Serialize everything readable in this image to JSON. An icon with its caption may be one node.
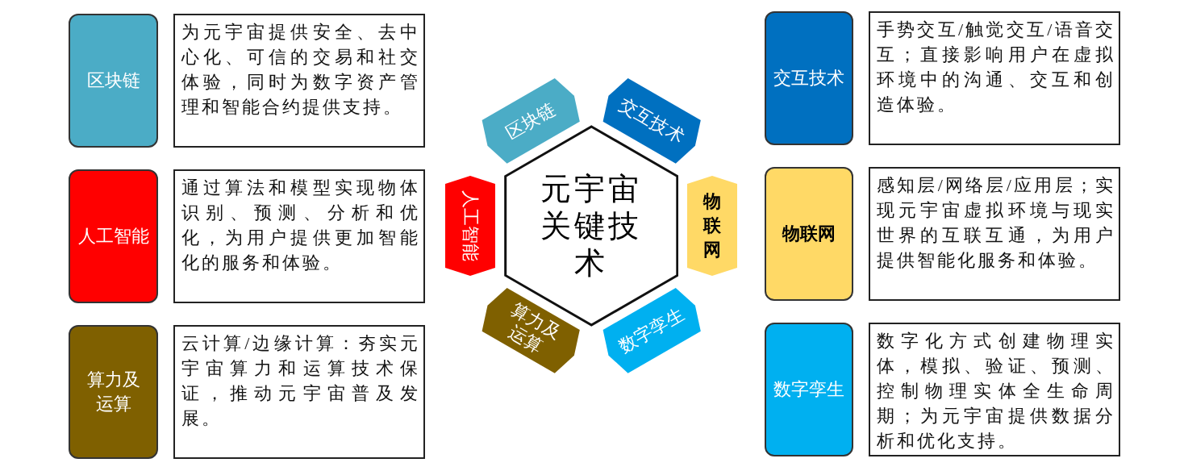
{
  "diagram": {
    "nodes": [
      {
        "text": [
          "区块链"
        ]
      },
      {
        "text": [
          "为元宇宙提供安全、去中心化、可信的交易和社交体验，同时为数字资产管理和智能合约提供支持。"
        ]
      },
      {
        "text": [
          "人工智能"
        ]
      },
      {
        "text": [
          "通过算法和模型实现物体识别、预测、分析和优化，为用户提供更加智能化的服务和体验。"
        ]
      },
      {
        "text": [
          "算力及运算"
        ]
      },
      {
        "text": [
          "云计算/边缘计算：夯实元宇宙算力和运算技术保证，推动元宇宙普及发展。"
        ]
      },
      {
        "text": [
          "元宇宙关键技术"
        ]
      },
      {
        "text": [
          "区块链"
        ]
      },
      {
        "text": [
          "交互技术"
        ]
      },
      {
        "text": [
          "人工智能"
        ]
      },
      {
        "text": [
          "物联网"
        ]
      },
      {
        "text": [
          "算力及运算"
        ]
      },
      {
        "text": [
          "数字孪生"
        ]
      },
      {
        "text": [
          "交互技术"
        ]
      },
      {
        "text": [
          "手势交互/触觉交互/语音交互；直接影响用户在虚拟环境中的沟通、交互和创造体验。"
        ]
      },
      {
        "text": [
          "物联网"
        ]
      },
      {
        "text": [
          "感知层/网络层/应用层；实现元宇宙虚拟环境与现实世界的互联互通，为用户提供智能化服务和体验。"
        ]
      },
      {
        "text": [
          "数字孪生"
        ]
      },
      {
        "text": [
          "数字化方式创建物理实体，模拟、验证、预测、控制物理实体全生命周期；为元宇宙提供数据分析和优化支持。"
        ]
      }
    ]
  }
}
